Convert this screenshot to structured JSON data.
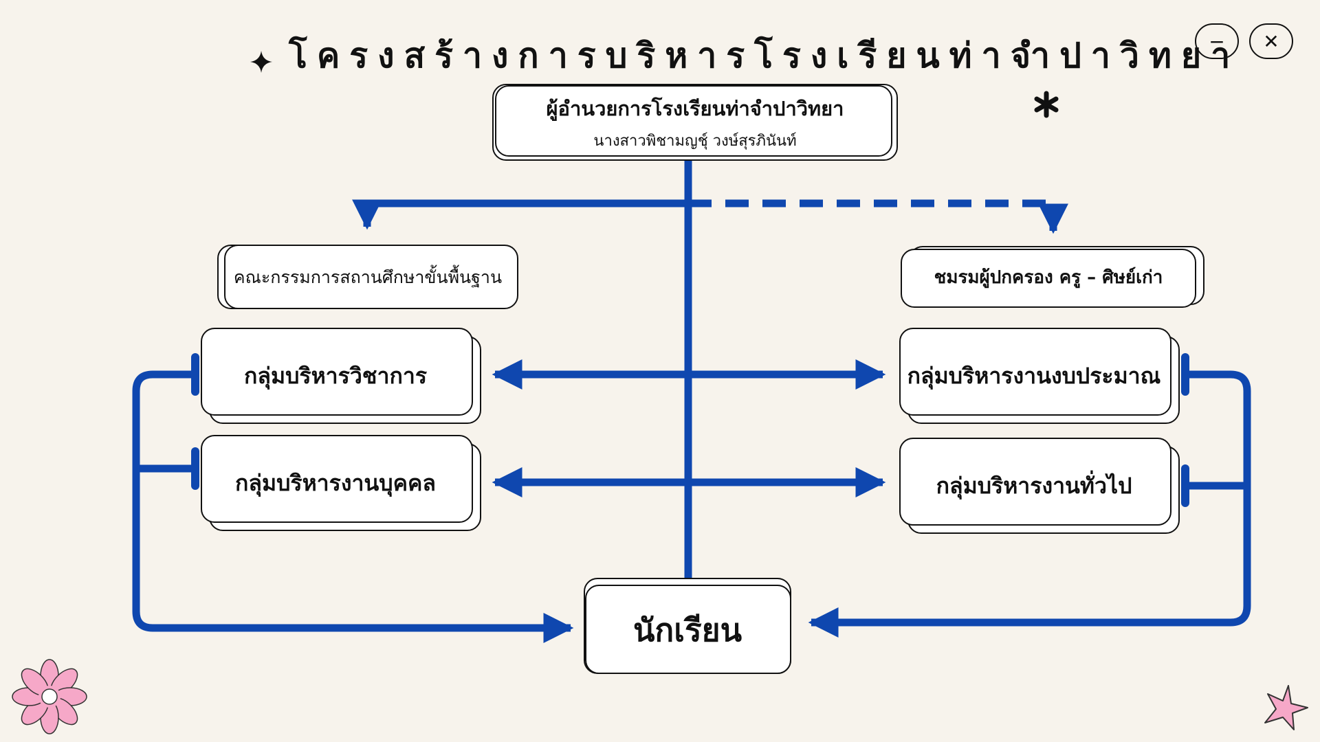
{
  "title": "โครงสร้างการบริหารโรงเรียนท่าจำปาวิทยา",
  "director": {
    "title": "ผู้อำนวยการโรงเรียนท่าจำปาวิทยา",
    "name": "นางสาวพิชามญชุ์ วงษ์สุรภินันท์"
  },
  "board": "คณะกรรมการสถานศึกษาขั้นพื้นฐาน",
  "association": "ชมรมผู้ปกครอง ครู – ศิษย์เก่า",
  "groups": {
    "academic": "กลุ่มบริหารวิชาการ",
    "personnel": "กลุ่มบริหารงานบุคคล",
    "budget": "กลุ่มบริหารงานงบประมาณ",
    "general": "กลุ่มบริหารงานทั่วไป"
  },
  "students": "นักเรียน",
  "colors": {
    "line": "#0f47af",
    "background": "#f7f3ec",
    "flower": "#f6a8c8"
  },
  "icons": {
    "minimize": "minimize-icon",
    "close": "close-icon",
    "sparkle": "sparkle-icon",
    "asterisk": "asterisk-icon",
    "flower": "flower-icon",
    "star": "star-icon"
  }
}
